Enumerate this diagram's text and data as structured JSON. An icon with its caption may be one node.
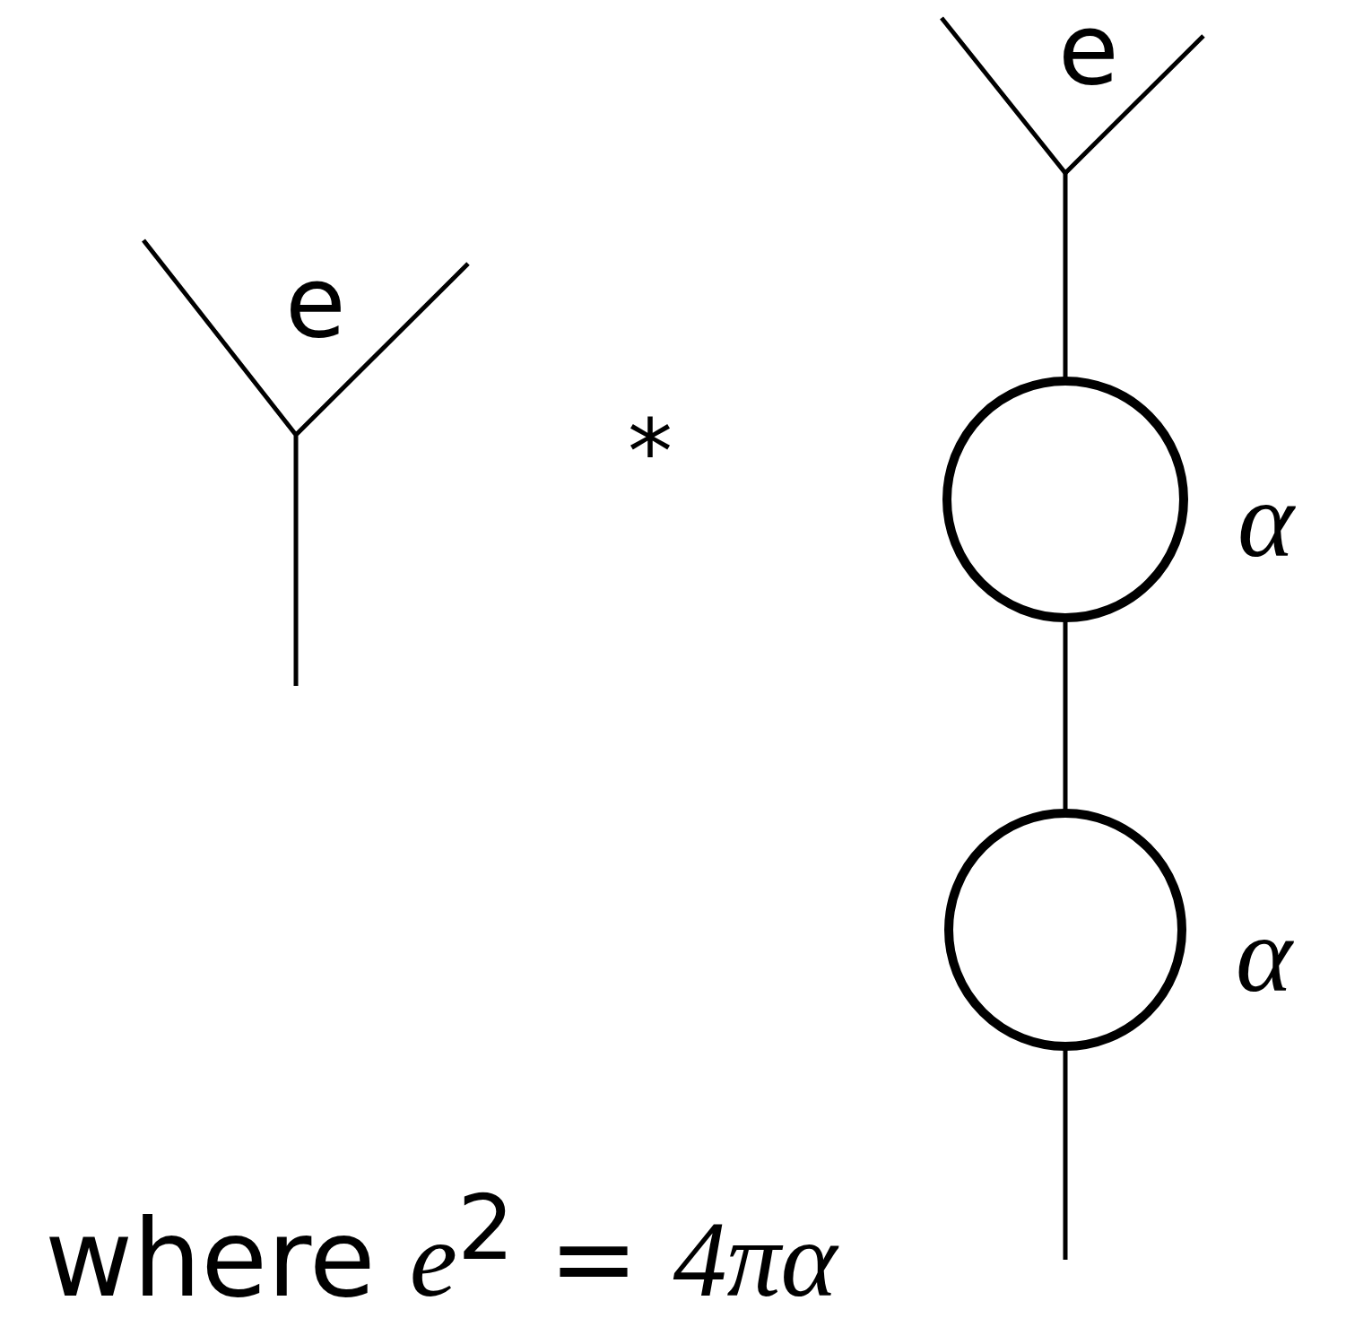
{
  "diagram": {
    "caption": "where *e*$^{2}$ = *4πα*",
    "nodes": [
      {
        "text": [],
        "shape": "picture"
      },
      {
        "text": [],
        "shape": "picture"
      },
      {
        "text": [],
        "shape": "circle",
        "beside": [
          "α"
        ]
      },
      {
        "text": [],
        "shape": "circle",
        "beside": [
          "α"
        ]
      }
    ],
    "edges": [
      {
        "from": 1,
        "to": 2,
        "arrow": "none"
      },
      {
        "from": 2,
        "to": 3,
        "arrow": "none"
      },
      {
        "from": 3,
        "to": null,
        "arrow": "none"
      }
    ],
    "labels": [
      "e",
      "*",
      "e"
    ]
  }
}
